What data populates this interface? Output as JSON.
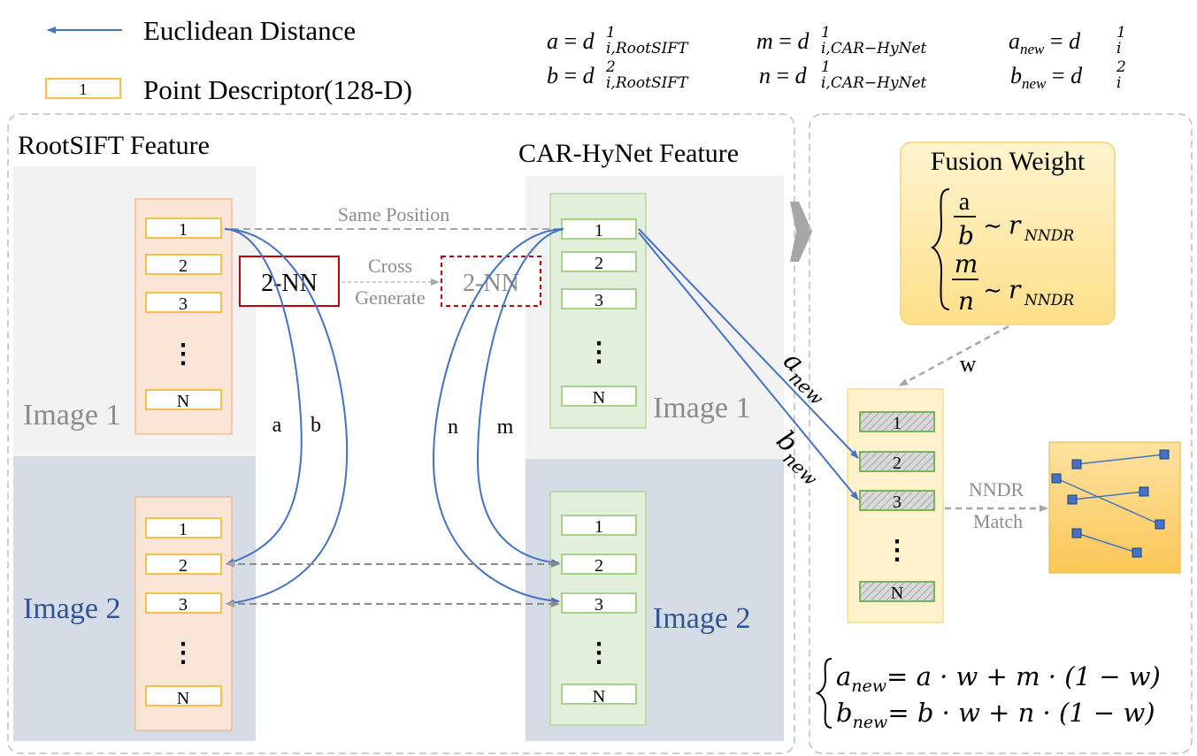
{
  "legend": {
    "euclidean": "Euclidean Distance",
    "descriptor_sample": "1",
    "descriptor": "Point Descriptor(128-D)"
  },
  "definitions": {
    "row1": [
      {
        "lhs": "a",
        "sym": "d",
        "sup": "1",
        "sub": "i,RootSIFT"
      },
      {
        "lhs": "m",
        "sym": "d",
        "sup": "1",
        "sub": "i,CAR−HyNet"
      },
      {
        "lhs": "a",
        "lhs_sub": "new",
        "sym": "d",
        "sup": "1",
        "sub": "i"
      }
    ],
    "row2": [
      {
        "lhs": "b",
        "sym": "d",
        "sup": "2",
        "sub": "i,RootSIFT"
      },
      {
        "lhs": "n",
        "sym": "d",
        "sup": "1",
        "sub": "i,CAR−HyNet"
      },
      {
        "lhs": "b",
        "lhs_sub": "new",
        "sym": "d",
        "sup": "2",
        "sub": "i"
      }
    ]
  },
  "rootsift": {
    "title": "RootSIFT Feature",
    "image1_label": "Image 1",
    "image2_label": "Image 2",
    "items": [
      "1",
      "2",
      "3",
      "⋮",
      "N"
    ]
  },
  "carhynet": {
    "title": "CAR-HyNet Feature",
    "image1_label": "Image 1",
    "image2_label": "Image 2",
    "items": [
      "1",
      "2",
      "3",
      "⋮",
      "N"
    ]
  },
  "middle": {
    "same_position": "Same Position",
    "nn_solid": "2-NN",
    "nn_dashed": "2-NN",
    "cross": "Cross",
    "generate": "Generate",
    "label_a": "a",
    "label_b": "b",
    "label_n": "n",
    "label_m": "m"
  },
  "right": {
    "fusion_title": "Fusion Weight",
    "fusion_eq1_num": "a",
    "fusion_eq1_den": "b",
    "fusion_eq2_num": "m",
    "fusion_eq2_den": "n",
    "tilde": "∼",
    "r": "r",
    "r_sub": "NNDR",
    "w_label": "w",
    "a_new_label": "a",
    "b_new_label": "b",
    "new_sub": "new",
    "fused_items": [
      "1",
      "2",
      "3",
      "⋮",
      "N"
    ],
    "nndr": "NNDR",
    "match": "Match",
    "eq_a_lhs": "a",
    "eq_a_rhs": "= a · w + m · (1 − w)",
    "eq_b_lhs": "b",
    "eq_b_rhs": "= b · w + n · (1 − w)"
  },
  "colors": {
    "blue_arrow": "#4472c4",
    "orange_border": "#f6c04a",
    "orange_panel": "#fbe5d6",
    "green_panel": "#e2efda",
    "green_border": "#a9d18e",
    "gray_bg": "#f2f2f2",
    "blue_bg": "#d6dce5",
    "fusion_bg": "#ffe699",
    "fused_bg": "#fff2cc",
    "match_bg": "#ffc000",
    "red": "#c00000",
    "gray_text": "#7f7f7f",
    "image2_blue": "#2f5597"
  }
}
